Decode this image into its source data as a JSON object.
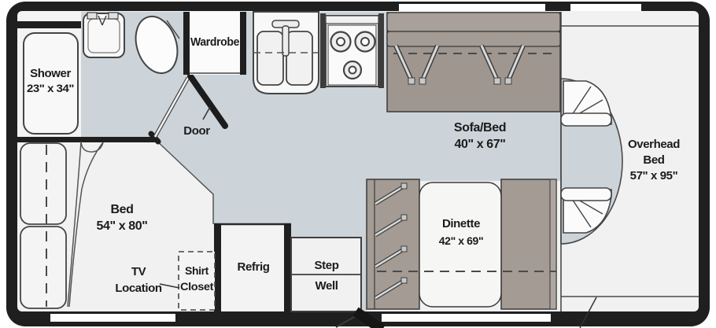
{
  "title": "RV floor plan",
  "labels": {
    "shower": {
      "name": "Shower",
      "dims": "23\" x 34\""
    },
    "wardrobe": {
      "name": "Wardrobe"
    },
    "door": {
      "name": "Door"
    },
    "sofa_bed": {
      "name": "Sofa/Bed",
      "dims": "40\" x 67\""
    },
    "overhead_bed": {
      "line1": "Overhead",
      "line2": "Bed",
      "dims": "57\" x 95\""
    },
    "bed": {
      "name": "Bed",
      "dims": "54\" x 80\""
    },
    "tv_location": {
      "line1": "TV",
      "line2": "Location"
    },
    "shirt_closet": {
      "line1": "Shirt",
      "line2": "Closet"
    },
    "refrig": {
      "name": "Refrig"
    },
    "step_well": {
      "line1": "Step",
      "line2": "Well"
    },
    "dinette": {
      "name": "Dinette",
      "dims": "42\" x 69\""
    }
  },
  "fixtures": [
    "toilet",
    "bathroom-sink",
    "kitchen-double-sink",
    "three-burner-stove",
    "driver-seat",
    "passenger-seat",
    "entry-door",
    "bathroom-door",
    "windows"
  ],
  "colors": {
    "wall": "#1f1f1f",
    "wet_area_floor": "#ccd4d9",
    "furniture_taupe": "#a39b94",
    "floor": "#f1f1f1",
    "outline": "#444444"
  }
}
